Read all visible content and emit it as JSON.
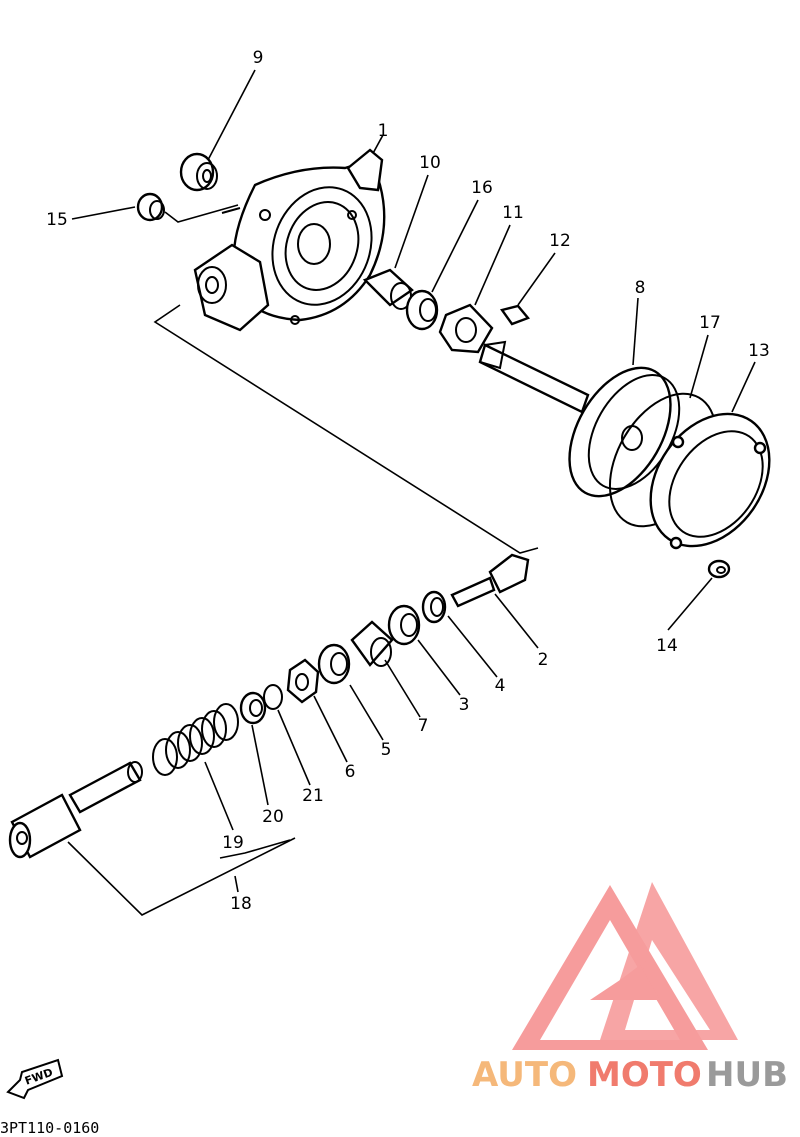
{
  "diagram": {
    "code": "3PT110-0160",
    "fwd_label": "FWD",
    "callouts": [
      {
        "id": "p1",
        "label": "1"
      },
      {
        "id": "p2",
        "label": "2"
      },
      {
        "id": "p3",
        "label": "3"
      },
      {
        "id": "p4",
        "label": "4"
      },
      {
        "id": "p5",
        "label": "5"
      },
      {
        "id": "p6",
        "label": "6"
      },
      {
        "id": "p7",
        "label": "7"
      },
      {
        "id": "p8",
        "label": "8"
      },
      {
        "id": "p9",
        "label": "9"
      },
      {
        "id": "p10",
        "label": "10"
      },
      {
        "id": "p11",
        "label": "11"
      },
      {
        "id": "p12",
        "label": "12"
      },
      {
        "id": "p13",
        "label": "13"
      },
      {
        "id": "p14",
        "label": "14"
      },
      {
        "id": "p15",
        "label": "15"
      },
      {
        "id": "p16",
        "label": "16"
      },
      {
        "id": "p17",
        "label": "17"
      },
      {
        "id": "p18",
        "label": "18"
      },
      {
        "id": "p19",
        "label": "19"
      },
      {
        "id": "p20",
        "label": "20"
      },
      {
        "id": "p21",
        "label": "21"
      }
    ]
  },
  "watermark": {
    "auto": "AUTO",
    "moto": "MOTO",
    "hub": "HUB",
    "auto_color": "#f5b87a",
    "moto_color": "#f07b6d",
    "hub_color": "#9a9a9a",
    "logo_color": "#f47b7b"
  }
}
